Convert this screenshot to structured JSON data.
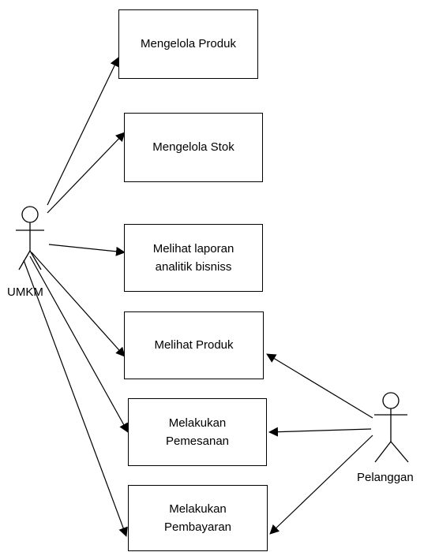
{
  "actors": {
    "umkm": {
      "name": "UMKM"
    },
    "pelanggan": {
      "name": "Pelanggan"
    }
  },
  "use_cases": [
    {
      "id": "mengelola-produk",
      "label": "Mengelola Produk"
    },
    {
      "id": "mengelola-stok",
      "label": "Mengelola Stok"
    },
    {
      "id": "melihat-laporan",
      "label": "Melihat laporan\nanalitik bisniss"
    },
    {
      "id": "melihat-produk",
      "label": "Melihat Produk"
    },
    {
      "id": "melakukan-pemesanan",
      "label": "Melakukan\nPemesanan"
    },
    {
      "id": "melakukan-pembayaran",
      "label": "Melakukan\nPembayaran"
    }
  ],
  "associations": [
    {
      "from": "UMKM",
      "to": "Mengelola Produk"
    },
    {
      "from": "UMKM",
      "to": "Mengelola Stok"
    },
    {
      "from": "UMKM",
      "to": "Melihat laporan analitik bisniss"
    },
    {
      "from": "UMKM",
      "to": "Melihat Produk"
    },
    {
      "from": "UMKM",
      "to": "Melakukan Pemesanan"
    },
    {
      "from": "UMKM",
      "to": "Melakukan Pembayaran"
    },
    {
      "from": "Pelanggan",
      "to": "Melihat Produk"
    },
    {
      "from": "Pelanggan",
      "to": "Melakukan Pemesanan"
    },
    {
      "from": "Pelanggan",
      "to": "Melakukan Pembayaran"
    }
  ]
}
